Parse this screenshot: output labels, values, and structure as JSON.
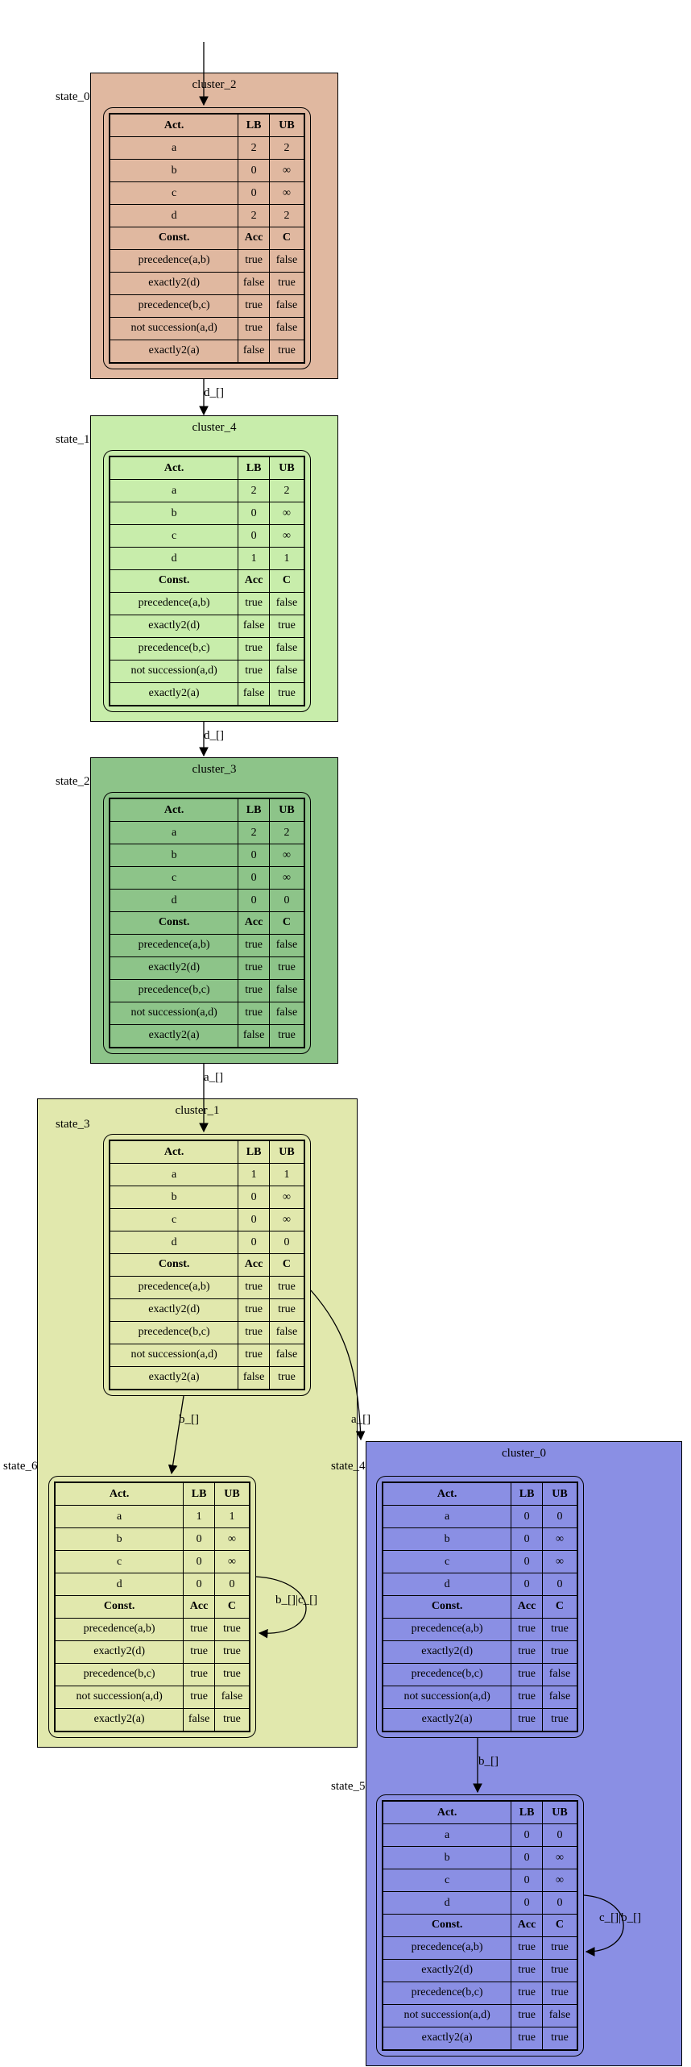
{
  "colors": {
    "cluster_2": "#e0b8a0",
    "cluster_4": "#c8edab",
    "cluster_3": "#8dc489",
    "cluster_1": "#e1e8ad",
    "cluster_0": "#8a8fe4"
  },
  "table_headers": {
    "act": "Act.",
    "lb": "LB",
    "ub": "UB",
    "const": "Const.",
    "acc": "Acc",
    "c": "C"
  },
  "clusters": {
    "c2": "cluster_2",
    "c4": "cluster_4",
    "c3": "cluster_3",
    "c1": "cluster_1",
    "c0": "cluster_0"
  },
  "states": {
    "s0": {
      "name": "state_0",
      "activities": [
        {
          "act": "a",
          "lb": "2",
          "ub": "2"
        },
        {
          "act": "b",
          "lb": "0",
          "ub": "∞"
        },
        {
          "act": "c",
          "lb": "0",
          "ub": "∞"
        },
        {
          "act": "d",
          "lb": "2",
          "ub": "2"
        }
      ],
      "constraints": [
        {
          "name": "precedence(a,b)",
          "acc": "true",
          "c": "false"
        },
        {
          "name": "exactly2(d)",
          "acc": "false",
          "c": "true"
        },
        {
          "name": "precedence(b,c)",
          "acc": "true",
          "c": "false"
        },
        {
          "name": "not succession(a,d)",
          "acc": "true",
          "c": "false"
        },
        {
          "name": "exactly2(a)",
          "acc": "false",
          "c": "true"
        }
      ]
    },
    "s1": {
      "name": "state_1",
      "activities": [
        {
          "act": "a",
          "lb": "2",
          "ub": "2"
        },
        {
          "act": "b",
          "lb": "0",
          "ub": "∞"
        },
        {
          "act": "c",
          "lb": "0",
          "ub": "∞"
        },
        {
          "act": "d",
          "lb": "1",
          "ub": "1"
        }
      ],
      "constraints": [
        {
          "name": "precedence(a,b)",
          "acc": "true",
          "c": "false"
        },
        {
          "name": "exactly2(d)",
          "acc": "false",
          "c": "true"
        },
        {
          "name": "precedence(b,c)",
          "acc": "true",
          "c": "false"
        },
        {
          "name": "not succession(a,d)",
          "acc": "true",
          "c": "false"
        },
        {
          "name": "exactly2(a)",
          "acc": "false",
          "c": "true"
        }
      ]
    },
    "s2": {
      "name": "state_2",
      "activities": [
        {
          "act": "a",
          "lb": "2",
          "ub": "2"
        },
        {
          "act": "b",
          "lb": "0",
          "ub": "∞"
        },
        {
          "act": "c",
          "lb": "0",
          "ub": "∞"
        },
        {
          "act": "d",
          "lb": "0",
          "ub": "0"
        }
      ],
      "constraints": [
        {
          "name": "precedence(a,b)",
          "acc": "true",
          "c": "false"
        },
        {
          "name": "exactly2(d)",
          "acc": "true",
          "c": "true"
        },
        {
          "name": "precedence(b,c)",
          "acc": "true",
          "c": "false"
        },
        {
          "name": "not succession(a,d)",
          "acc": "true",
          "c": "false"
        },
        {
          "name": "exactly2(a)",
          "acc": "false",
          "c": "true"
        }
      ]
    },
    "s3": {
      "name": "state_3",
      "activities": [
        {
          "act": "a",
          "lb": "1",
          "ub": "1"
        },
        {
          "act": "b",
          "lb": "0",
          "ub": "∞"
        },
        {
          "act": "c",
          "lb": "0",
          "ub": "∞"
        },
        {
          "act": "d",
          "lb": "0",
          "ub": "0"
        }
      ],
      "constraints": [
        {
          "name": "precedence(a,b)",
          "acc": "true",
          "c": "true"
        },
        {
          "name": "exactly2(d)",
          "acc": "true",
          "c": "true"
        },
        {
          "name": "precedence(b,c)",
          "acc": "true",
          "c": "false"
        },
        {
          "name": "not succession(a,d)",
          "acc": "true",
          "c": "false"
        },
        {
          "name": "exactly2(a)",
          "acc": "false",
          "c": "true"
        }
      ]
    },
    "s6": {
      "name": "state_6",
      "activities": [
        {
          "act": "a",
          "lb": "1",
          "ub": "1"
        },
        {
          "act": "b",
          "lb": "0",
          "ub": "∞"
        },
        {
          "act": "c",
          "lb": "0",
          "ub": "∞"
        },
        {
          "act": "d",
          "lb": "0",
          "ub": "0"
        }
      ],
      "constraints": [
        {
          "name": "precedence(a,b)",
          "acc": "true",
          "c": "true"
        },
        {
          "name": "exactly2(d)",
          "acc": "true",
          "c": "true"
        },
        {
          "name": "precedence(b,c)",
          "acc": "true",
          "c": "true"
        },
        {
          "name": "not succession(a,d)",
          "acc": "true",
          "c": "false"
        },
        {
          "name": "exactly2(a)",
          "acc": "false",
          "c": "true"
        }
      ]
    },
    "s4": {
      "name": "state_4",
      "activities": [
        {
          "act": "a",
          "lb": "0",
          "ub": "0"
        },
        {
          "act": "b",
          "lb": "0",
          "ub": "∞"
        },
        {
          "act": "c",
          "lb": "0",
          "ub": "∞"
        },
        {
          "act": "d",
          "lb": "0",
          "ub": "0"
        }
      ],
      "constraints": [
        {
          "name": "precedence(a,b)",
          "acc": "true",
          "c": "true"
        },
        {
          "name": "exactly2(d)",
          "acc": "true",
          "c": "true"
        },
        {
          "name": "precedence(b,c)",
          "acc": "true",
          "c": "false"
        },
        {
          "name": "not succession(a,d)",
          "acc": "true",
          "c": "false"
        },
        {
          "name": "exactly2(a)",
          "acc": "true",
          "c": "true"
        }
      ]
    },
    "s5": {
      "name": "state_5",
      "activities": [
        {
          "act": "a",
          "lb": "0",
          "ub": "0"
        },
        {
          "act": "b",
          "lb": "0",
          "ub": "∞"
        },
        {
          "act": "c",
          "lb": "0",
          "ub": "∞"
        },
        {
          "act": "d",
          "lb": "0",
          "ub": "0"
        }
      ],
      "constraints": [
        {
          "name": "precedence(a,b)",
          "acc": "true",
          "c": "true"
        },
        {
          "name": "exactly2(d)",
          "acc": "true",
          "c": "true"
        },
        {
          "name": "precedence(b,c)",
          "acc": "true",
          "c": "true"
        },
        {
          "name": "not succession(a,d)",
          "acc": "true",
          "c": "false"
        },
        {
          "name": "exactly2(a)",
          "acc": "true",
          "c": "true"
        }
      ]
    }
  },
  "edges": {
    "e01": "d_[]",
    "e12": "d_[]",
    "e23": "a_[]",
    "e36": "b_[]",
    "e34": "a_[]",
    "e45": "b_[]",
    "e66": "b_[]|c_[]",
    "e55": "c_[]|b_[]"
  }
}
